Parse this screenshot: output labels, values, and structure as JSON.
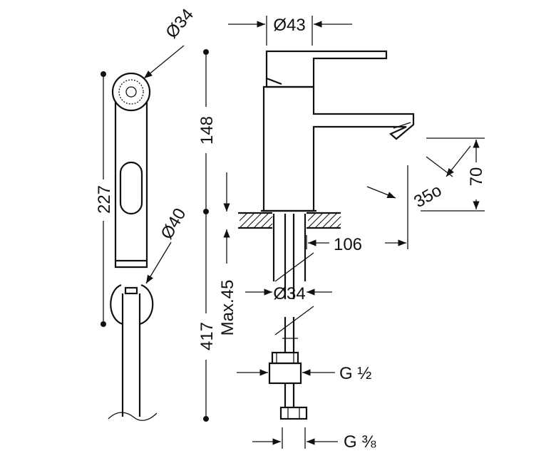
{
  "dimensions": {
    "spray_head_diameter": "Ø34",
    "hose_height": "227",
    "holder_diameter": "Ø40",
    "upper_total_height": "148",
    "lower_total_height": "417",
    "spout_base_diameter": "Ø43",
    "spout_height": "70",
    "spout_angle": "35o",
    "spout_reach": "106",
    "max_counter_thickness": "Max.45",
    "shank_diameter": "Ø34",
    "inlet_thread": "G ½",
    "hose_thread": "G ⅜"
  }
}
